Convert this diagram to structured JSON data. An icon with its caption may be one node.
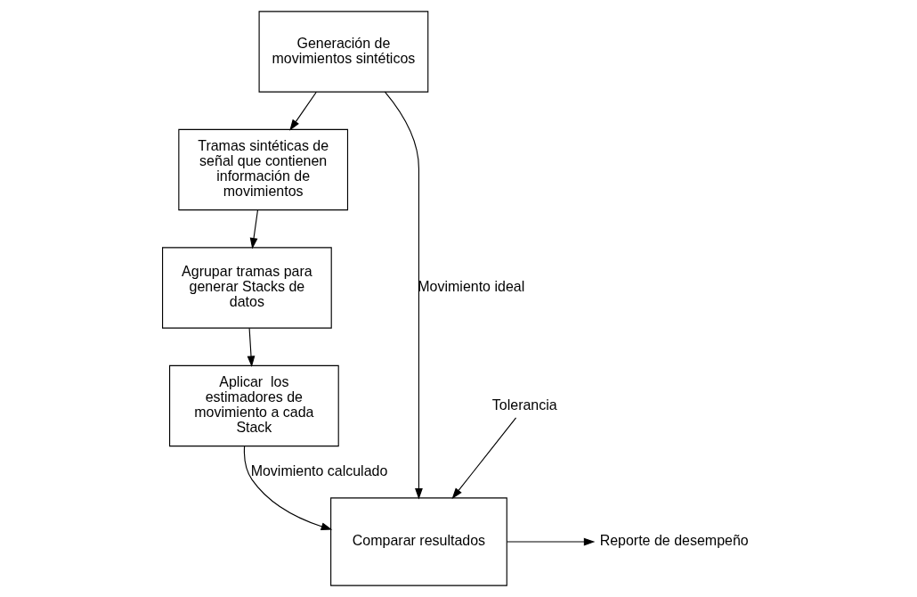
{
  "diagram": {
    "nodes": [
      {
        "text": [
          "Generación de movimientos sintéticos"
        ]
      },
      {
        "text": [
          "Tramas sintéticas de señal que contienen información de movimientos"
        ]
      },
      {
        "text": [
          "Agrupar tramas para generar Stacks de datos"
        ]
      },
      {
        "text": [
          "Aplicar  los estimadores de movimiento a cada Stack"
        ]
      },
      {
        "text": [
          "Comparar resultados"
        ]
      },
      {
        "text": [
          "Reporte de desempeño"
        ]
      },
      {
        "text": [
          "Tolerancia"
        ]
      }
    ],
    "edges": [
      {
        "from": 0,
        "to": 1,
        "arrow": "to"
      },
      {
        "from": 1,
        "to": 2,
        "arrow": "to"
      },
      {
        "from": 2,
        "to": 3,
        "arrow": "to"
      },
      {
        "from": 0,
        "to": 4,
        "arrow": "to",
        "label": "Movimiento ideal"
      },
      {
        "from": 3,
        "to": 4,
        "arrow": "to",
        "label": "Movimiento calculado"
      },
      {
        "from": 4,
        "to": 5,
        "arrow": "to"
      },
      {
        "from": 6,
        "to": 4,
        "arrow": "to"
      }
    ]
  }
}
